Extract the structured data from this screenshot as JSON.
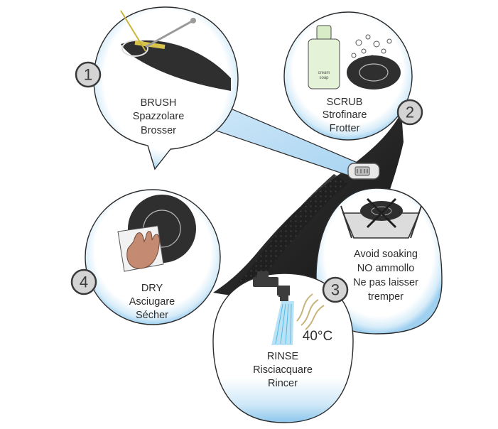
{
  "steps": [
    {
      "number": "1",
      "lines": [
        "BRUSH",
        "Spazzolare",
        "Brosser"
      ]
    },
    {
      "number": "2",
      "lines": [
        "SCRUB",
        "Strofinare",
        "Frotter"
      ]
    },
    {
      "number": "3",
      "lines": [
        "Avoid soaking",
        "NO ammollo",
        "Ne pas laisser",
        "tremper"
      ]
    },
    {
      "number": "4",
      "lines": [
        "DRY",
        "Asciugare",
        "Sécher"
      ]
    },
    {
      "number": "",
      "lines": [
        "RINSE",
        "Risciacquare",
        "Rincer"
      ]
    }
  ],
  "rinse_temperature": "40°C",
  "soap_bottle_label": [
    "cream",
    "soap"
  ],
  "icons": [
    "brush-icon",
    "soap-bottle-icon",
    "foam-bubbles-icon",
    "basin-icon",
    "faucet-icon",
    "steam-icon",
    "cloth-hand-icon",
    "device-body-icon",
    "connector-icon"
  ]
}
